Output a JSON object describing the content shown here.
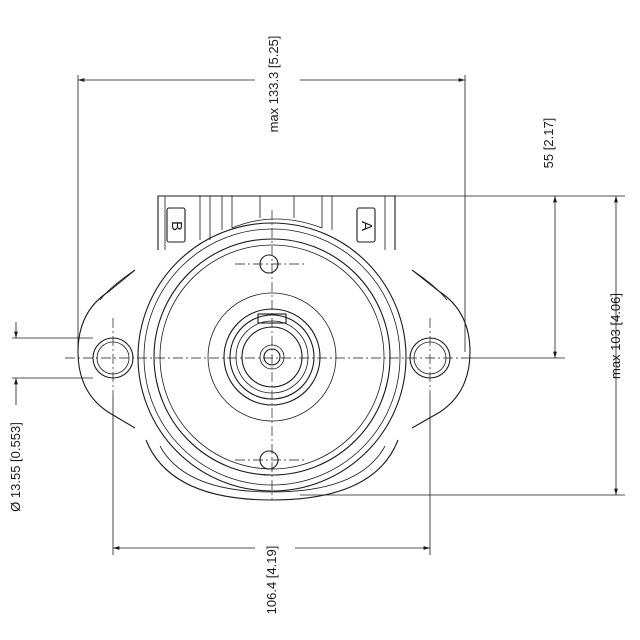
{
  "dimensions": {
    "top_width": "max 133.3 [5.25]",
    "shaft_offset": "55 [2.17]",
    "right_height": "max 103 [4.06]",
    "hole_diameter": "Ø 13.55 [0.553]",
    "bottom_width": "106.4 [4.19]"
  },
  "ports": {
    "port_a": "A",
    "port_b": "B"
  }
}
